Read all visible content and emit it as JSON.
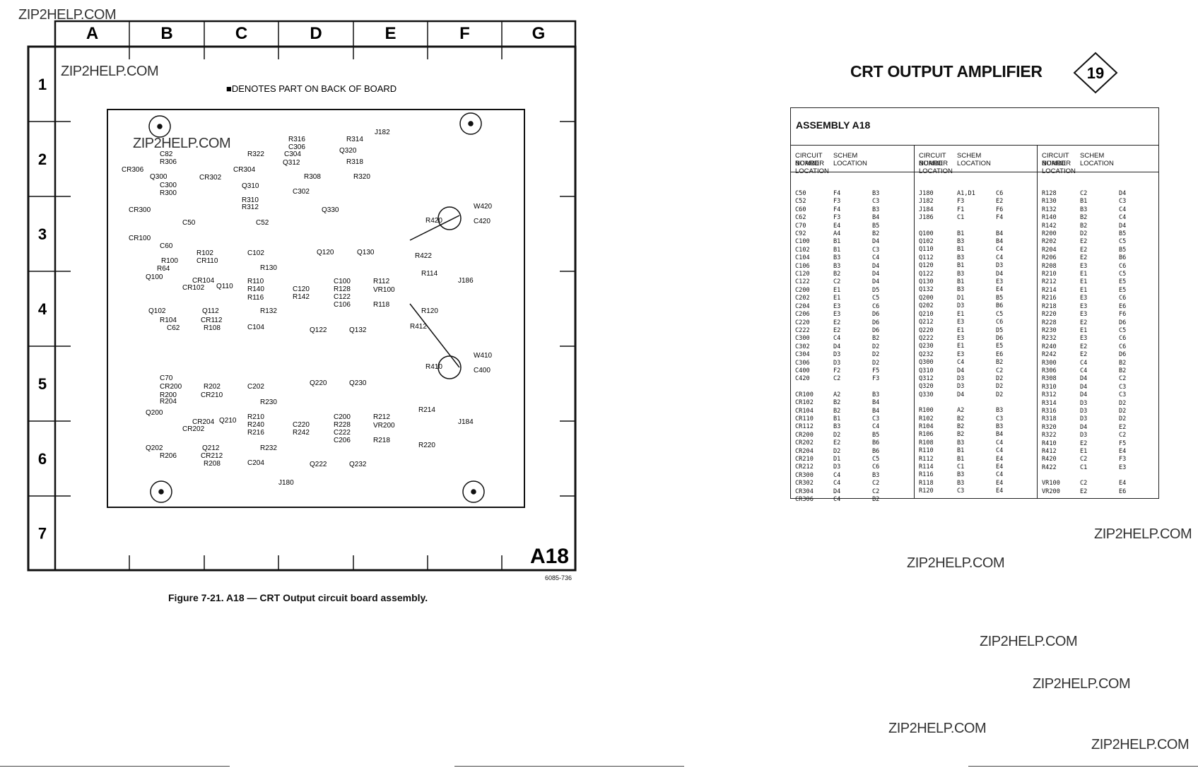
{
  "watermarks": [
    "ZIP2HELP.COM",
    "ZIP2HELP.COM",
    "ZIP2HELP.COM",
    "ZIP2HELP.COM",
    "ZIP2HELP.COM",
    "ZIP2HELP.COM",
    "ZIP2HELP.COM",
    "ZIP2HELP.COM",
    "ZIP2HELP.COM"
  ],
  "board": {
    "column_letters": [
      "A",
      "B",
      "C",
      "D",
      "E",
      "F",
      "G"
    ],
    "row_numbers": [
      "1",
      "2",
      "3",
      "4",
      "5",
      "6",
      "7"
    ],
    "note": "■DENOTES PART ON BACK OF BOARD",
    "assembly_label": "A18",
    "doc_number": "6085-736",
    "components": [
      "J182",
      "R316",
      "C306",
      "R314",
      "Q320",
      "C82",
      "R306",
      "R322",
      "C304",
      "Q312",
      "R318",
      "CR306",
      "Q300",
      "C300",
      "R300",
      "CR302",
      "CR304",
      "R308",
      "R320",
      "Q310",
      "C302",
      "R310",
      "R312",
      "Q330",
      "W420",
      "C420",
      "R420",
      "C50",
      "C52",
      "CR300",
      "CR100",
      "C60",
      "R102",
      "CR110",
      "C102",
      "Q120",
      "Q130",
      "R422",
      "R100",
      "R64",
      "R130",
      "J186",
      "Q100",
      "CR104",
      "CR102",
      "Q110",
      "R110",
      "R140",
      "R116",
      "C120",
      "R142",
      "C100",
      "R128",
      "C122",
      "C106",
      "R112",
      "VR100",
      "R114",
      "R118",
      "Q102",
      "R104",
      "C62",
      "Q112",
      "CR112",
      "R108",
      "R132",
      "C104",
      "Q122",
      "Q132",
      "R120",
      "R412",
      "R410",
      "W410",
      "C400",
      "C70",
      "CR200",
      "R200",
      "R204",
      "R202",
      "CR210",
      "C202",
      "R230",
      "Q220",
      "Q230",
      "J184",
      "R214",
      "Q200",
      "CR204",
      "CR202",
      "Q210",
      "R210",
      "R240",
      "R216",
      "C220",
      "R242",
      "C200",
      "R228",
      "C222",
      "C206",
      "R212",
      "VR200",
      "R218",
      "Q202",
      "R206",
      "Q212",
      "CR212",
      "R208",
      "R232",
      "C204",
      "R220",
      "Q222",
      "Q232",
      "J180"
    ]
  },
  "caption": "Figure 7-21. A18 — CRT Output circuit board assembly.",
  "title": "CRT OUTPUT AMPLIFIER",
  "badge": "19",
  "table": {
    "title": "ASSEMBLY A18",
    "headers": [
      {
        "a": "CIRCUIT",
        "b": "SCHEM",
        "c": "BOARD"
      },
      {
        "a": "NUMBER",
        "b": "LOCATION",
        "c": "LOCATION"
      }
    ],
    "columns": [
      [
        [
          "C50",
          "F4",
          "B3"
        ],
        [
          "C52",
          "F3",
          "C3"
        ],
        [
          "C60",
          "F4",
          "B3"
        ],
        [
          "C62",
          "F3",
          "B4"
        ],
        [
          "C70",
          "E4",
          "B5"
        ],
        [
          "C92",
          "A4",
          "B2"
        ],
        [
          "C100",
          "B1",
          "D4"
        ],
        [
          "C102",
          "B1",
          "C3"
        ],
        [
          "C104",
          "B3",
          "C4"
        ],
        [
          "C106",
          "B3",
          "D4"
        ],
        [
          "C120",
          "B2",
          "D4"
        ],
        [
          "C122",
          "C2",
          "D4"
        ],
        [
          "C200",
          "E1",
          "D5"
        ],
        [
          "C202",
          "E1",
          "C5"
        ],
        [
          "C204",
          "E3",
          "C6"
        ],
        [
          "C206",
          "E3",
          "D6"
        ],
        [
          "C220",
          "E2",
          "D6"
        ],
        [
          "C222",
          "E2",
          "D6"
        ],
        [
          "C300",
          "C4",
          "B2"
        ],
        [
          "C302",
          "D4",
          "D2"
        ],
        [
          "C304",
          "D3",
          "D2"
        ],
        [
          "C306",
          "D3",
          "D2"
        ],
        [
          "C400",
          "F2",
          "F5"
        ],
        [
          "C420",
          "C2",
          "F3"
        ],
        [
          "CR100",
          "A2",
          "B3"
        ],
        [
          "CR102",
          "B2",
          "B4"
        ],
        [
          "CR104",
          "B2",
          "B4"
        ],
        [
          "CR110",
          "B1",
          "C3"
        ],
        [
          "CR112",
          "B3",
          "C4"
        ],
        [
          "CR200",
          "D2",
          "B5"
        ],
        [
          "CR202",
          "E2",
          "B6"
        ],
        [
          "CR204",
          "D2",
          "B6"
        ],
        [
          "CR210",
          "D1",
          "C5"
        ],
        [
          "CR212",
          "D3",
          "C6"
        ],
        [
          "CR300",
          "C4",
          "B3"
        ],
        [
          "CR302",
          "C4",
          "C2"
        ],
        [
          "CR304",
          "D4",
          "C2"
        ],
        [
          "CR306",
          "C4",
          "B2"
        ]
      ],
      [
        [
          "J180",
          "A1,D1",
          "C6"
        ],
        [
          "J182",
          "F3",
          "E2"
        ],
        [
          "J184",
          "F1",
          "F6"
        ],
        [
          "J186",
          "C1",
          "F4"
        ],
        [
          "Q100",
          "B1",
          "B4"
        ],
        [
          "Q102",
          "B3",
          "B4"
        ],
        [
          "Q110",
          "B1",
          "C4"
        ],
        [
          "Q112",
          "B3",
          "C4"
        ],
        [
          "Q120",
          "B1",
          "D3"
        ],
        [
          "Q122",
          "B3",
          "D4"
        ],
        [
          "Q130",
          "B1",
          "E3"
        ],
        [
          "Q132",
          "B3",
          "E4"
        ],
        [
          "Q200",
          "D1",
          "B5"
        ],
        [
          "Q202",
          "D3",
          "B6"
        ],
        [
          "Q210",
          "E1",
          "C5"
        ],
        [
          "Q212",
          "E3",
          "C6"
        ],
        [
          "Q220",
          "E1",
          "D5"
        ],
        [
          "Q222",
          "E3",
          "D6"
        ],
        [
          "Q230",
          "E1",
          "E5"
        ],
        [
          "Q232",
          "E3",
          "E6"
        ],
        [
          "Q300",
          "C4",
          "B2"
        ],
        [
          "Q310",
          "D4",
          "C2"
        ],
        [
          "Q312",
          "D3",
          "D2"
        ],
        [
          "Q320",
          "D3",
          "D2"
        ],
        [
          "Q330",
          "D4",
          "D2"
        ],
        [
          "R100",
          "A2",
          "B3"
        ],
        [
          "R102",
          "B2",
          "C3"
        ],
        [
          "R104",
          "B2",
          "B3"
        ],
        [
          "R106",
          "B2",
          "B4"
        ],
        [
          "R108",
          "B3",
          "C4"
        ],
        [
          "R110",
          "B1",
          "C4"
        ],
        [
          "R112",
          "B1",
          "E4"
        ],
        [
          "R114",
          "C1",
          "E4"
        ],
        [
          "R116",
          "B3",
          "C4"
        ],
        [
          "R118",
          "B3",
          "E4"
        ],
        [
          "R120",
          "C3",
          "E4"
        ]
      ],
      [
        [
          "R128",
          "C2",
          "D4"
        ],
        [
          "R130",
          "B1",
          "C3"
        ],
        [
          "R132",
          "B3",
          "C4"
        ],
        [
          "R140",
          "B2",
          "C4"
        ],
        [
          "R142",
          "B2",
          "D4"
        ],
        [
          "R200",
          "D2",
          "B5"
        ],
        [
          "R202",
          "E2",
          "C5"
        ],
        [
          "R204",
          "E2",
          "B5"
        ],
        [
          "R206",
          "E2",
          "B6"
        ],
        [
          "R208",
          "E3",
          "C6"
        ],
        [
          "R210",
          "E1",
          "C5"
        ],
        [
          "R212",
          "E1",
          "E5"
        ],
        [
          "R214",
          "E1",
          "E5"
        ],
        [
          "R216",
          "E3",
          "C6"
        ],
        [
          "R218",
          "E3",
          "E6"
        ],
        [
          "R220",
          "E3",
          "F6"
        ],
        [
          "R228",
          "E2",
          "D6"
        ],
        [
          "R230",
          "E1",
          "C5"
        ],
        [
          "R232",
          "E3",
          "C6"
        ],
        [
          "R240",
          "E2",
          "C6"
        ],
        [
          "R242",
          "E2",
          "D6"
        ],
        [
          "R300",
          "C4",
          "B2"
        ],
        [
          "R306",
          "C4",
          "B2"
        ],
        [
          "R308",
          "D4",
          "C2"
        ],
        [
          "R310",
          "D4",
          "C3"
        ],
        [
          "R312",
          "D4",
          "C3"
        ],
        [
          "R314",
          "D3",
          "D2"
        ],
        [
          "R316",
          "D3",
          "D2"
        ],
        [
          "R318",
          "D3",
          "D2"
        ],
        [
          "R320",
          "D4",
          "E2"
        ],
        [
          "R322",
          "D3",
          "C2"
        ],
        [
          "R410",
          "E2",
          "F5"
        ],
        [
          "R412",
          "E1",
          "E4"
        ],
        [
          "R420",
          "C2",
          "F3"
        ],
        [
          "R422",
          "C1",
          "E3"
        ],
        [
          "VR100",
          "C2",
          "E4"
        ],
        [
          "VR200",
          "E2",
          "E6"
        ]
      ]
    ]
  }
}
